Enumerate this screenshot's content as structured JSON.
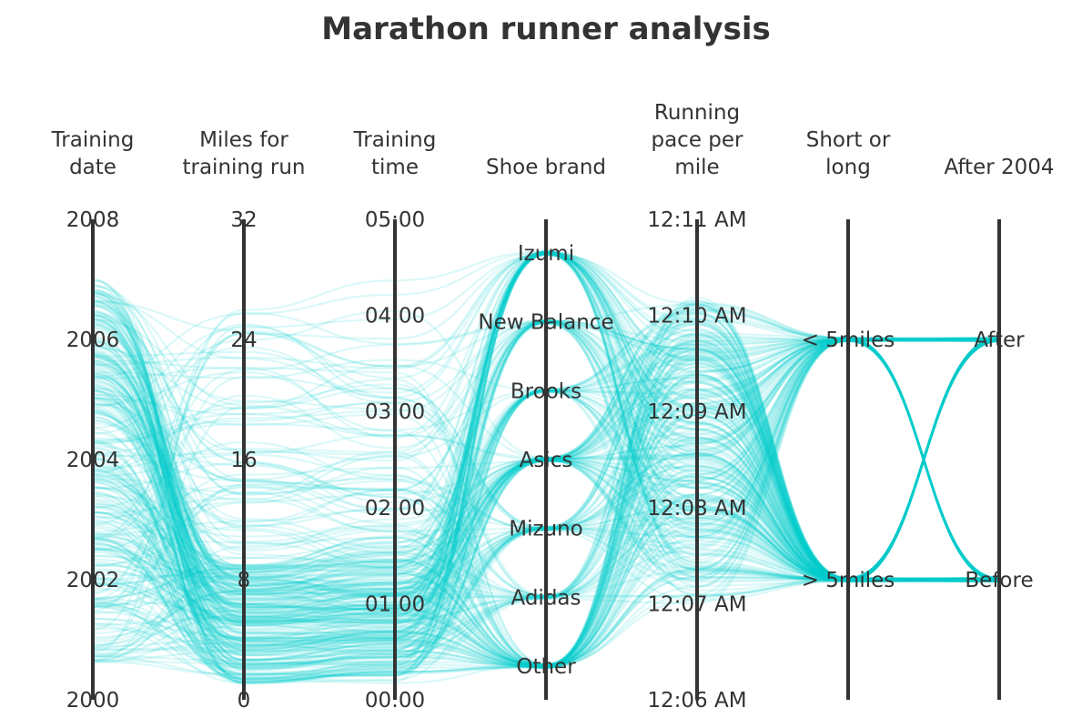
{
  "chart_data": {
    "type": "parallel-coordinates",
    "title": "Marathon runner analysis",
    "line_color": "#00CDCD",
    "axes": [
      {
        "key": "training_date",
        "label": [
          "Training",
          "date"
        ],
        "kind": "numeric",
        "range": [
          2000,
          2008
        ],
        "ticks": [
          "2000",
          "2002",
          "2004",
          "2006",
          "2008"
        ],
        "tick_values": [
          2000,
          2002,
          2004,
          2006,
          2008
        ]
      },
      {
        "key": "miles",
        "label": [
          "Miles for",
          "training run"
        ],
        "kind": "numeric",
        "range": [
          0,
          32
        ],
        "ticks": [
          "0",
          "8",
          "16",
          "24",
          "32"
        ],
        "tick_values": [
          0,
          8,
          16,
          24,
          32
        ]
      },
      {
        "key": "training_time",
        "label": [
          "Training",
          "time"
        ],
        "kind": "numeric",
        "range": [
          0,
          5
        ],
        "ticks": [
          "00:00",
          "01:00",
          "02:00",
          "03:00",
          "04:00",
          "05:00"
        ],
        "tick_values": [
          0,
          1,
          2,
          3,
          4,
          5
        ]
      },
      {
        "key": "shoe_brand",
        "label": [
          "Shoe brand"
        ],
        "kind": "categorical",
        "categories": [
          "Izumi",
          "New Balance",
          "Brooks",
          "Asics",
          "Mizuno",
          "Adidas",
          "Other"
        ]
      },
      {
        "key": "pace",
        "label": [
          "Running",
          "pace per",
          "mile"
        ],
        "kind": "numeric",
        "range": [
          6,
          11
        ],
        "ticks": [
          "12:06 AM",
          "12:07 AM",
          "12:08 AM",
          "12:09 AM",
          "12:10 AM",
          "12:11 AM"
        ],
        "tick_values": [
          6,
          7,
          8,
          9,
          10,
          11
        ]
      },
      {
        "key": "short_long",
        "label": [
          "Short or",
          "long"
        ],
        "kind": "categorical",
        "categories": [
          "< 5miles",
          "> 5miles"
        ]
      },
      {
        "key": "after_2004",
        "label": [
          "After 2004"
        ],
        "kind": "categorical",
        "categories": [
          "After",
          "Before"
        ]
      }
    ]
  }
}
